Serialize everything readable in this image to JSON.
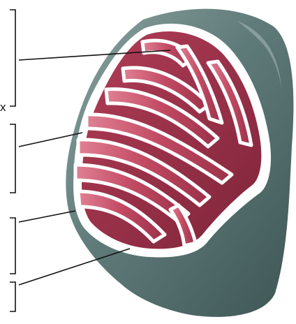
{
  "labels": {
    "top_fragment": "x"
  },
  "colors": {
    "outer_membrane": "#4f6b6a",
    "outer_highlight": "#7f9694",
    "inner_space": "#ffffff",
    "matrix": "#c24a63",
    "matrix_dark": "#8f2c44",
    "leader_line": "#111111"
  },
  "brackets": [
    {
      "name": "bracket-1"
    },
    {
      "name": "bracket-2"
    },
    {
      "name": "bracket-3"
    },
    {
      "name": "bracket-4"
    }
  ]
}
